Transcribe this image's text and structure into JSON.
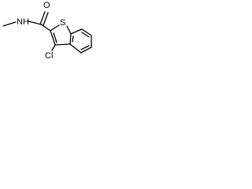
{
  "structure": {
    "atom_labels": {
      "n": "N",
      "h": "H",
      "o": "O",
      "s": "S",
      "cl": "Cl"
    }
  },
  "colors": {
    "ink": "#000000",
    "background": "#ffffff"
  }
}
